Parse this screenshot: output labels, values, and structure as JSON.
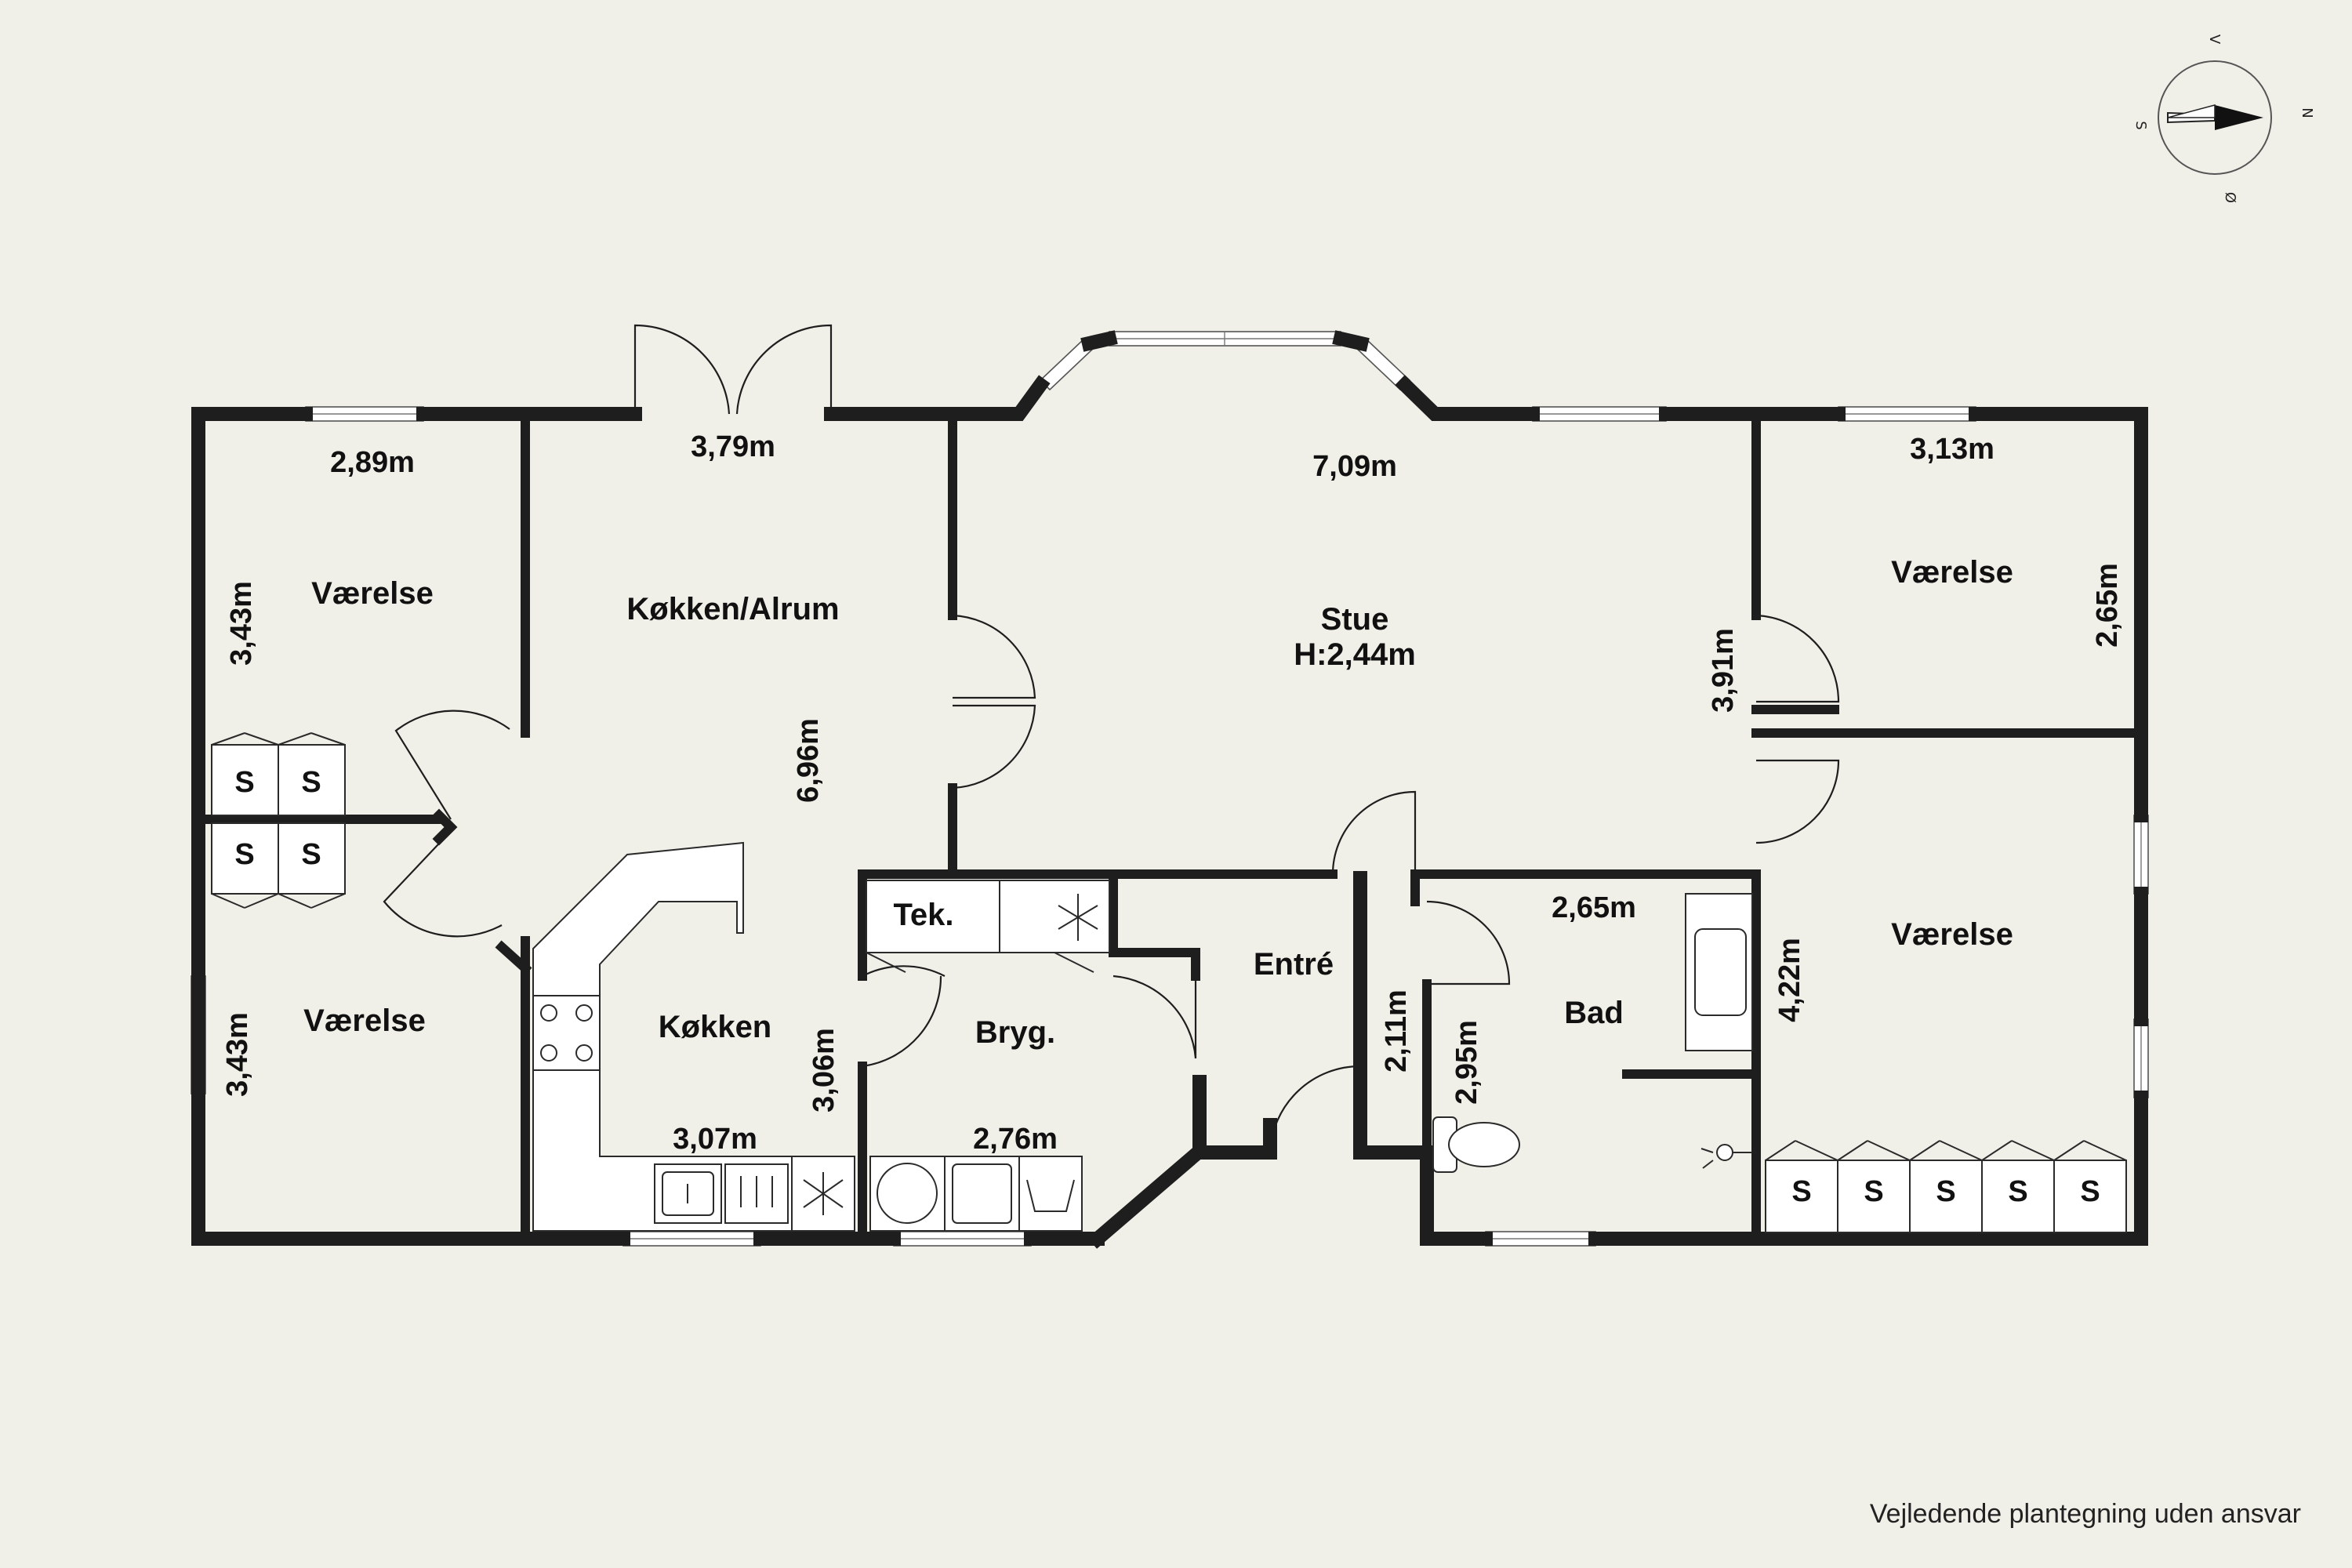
{
  "rooms": {
    "vaerelse_top_left": "Værelse",
    "kokken_alrum": "Køkken/Alrum",
    "stue": "Stue",
    "stue_height": "H:2,44m",
    "vaerelse_top_right": "Værelse",
    "vaerelse_bottom_left": "Værelse",
    "kokken": "Køkken",
    "tek": "Tek.",
    "bryg": "Bryg.",
    "entre": "Entré",
    "bad": "Bad",
    "vaerelse_bottom_right": "Værelse"
  },
  "dimensions": {
    "vaerelse_tl_width": "2,89m",
    "vaerelse_tl_height": "3,43m",
    "alrum_width": "3,79m",
    "alrum_length": "6,96m",
    "stue_width": "7,09m",
    "stue_depth": "3,91m",
    "vaerelse_tr_width": "3,13m",
    "vaerelse_tr_height": "2,65m",
    "vaerelse_bl_height": "3,43m",
    "kokken_width": "3,07m",
    "kokken_height": "3,06m",
    "bryg_width": "2,76m",
    "entre_height": "2,11m",
    "bad_width": "2,65m",
    "bad_height": "2,95m",
    "vaerelse_br_height": "4,22m"
  },
  "storage_label": "S",
  "compass": {
    "north": "N",
    "south": "S",
    "east": "Ø",
    "west": "V"
  },
  "footer_note": "Vejledende plantegning uden ansvar"
}
